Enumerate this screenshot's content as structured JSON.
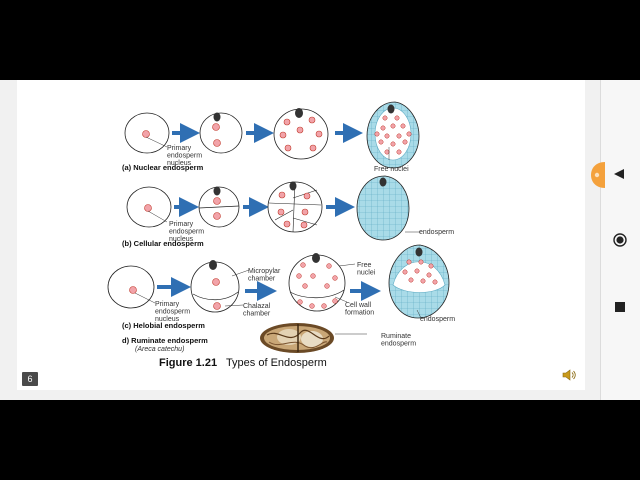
{
  "slide": {
    "page_number": "6",
    "figure_number": "Figure 1.21",
    "figure_title": "Types of  Endosperm"
  },
  "rows": {
    "nuclear": {
      "caption": "(a) Nuclear endosperm",
      "label_primary": [
        "Primary",
        "endosperm",
        "nucleus"
      ],
      "label_free": "Free nuclei"
    },
    "cellular": {
      "caption": "(b) Cellular endosperm",
      "label_primary": [
        "Primary",
        "endosperm",
        "nucleus"
      ],
      "label_endosperm": "endosperm"
    },
    "helobial": {
      "caption": "(c) Helobial endosperm",
      "label_primary": [
        "Primary",
        "endosperm",
        "nucleus"
      ],
      "label_micropylar": [
        "Micropylar",
        "chamber"
      ],
      "label_chalazal": [
        "Chalazal",
        "chamber"
      ],
      "label_free": [
        "Free",
        "nuclei"
      ],
      "label_wall": [
        "Cell wall",
        "formation"
      ],
      "label_endosperm": "endosperm"
    },
    "ruminate": {
      "caption": "d) Ruminate endosperm",
      "species": "(Areca catechu)",
      "label": [
        "Ruminate",
        "endosperm"
      ]
    }
  },
  "colors": {
    "nucleus_fill": "#f2a3a9",
    "nucleus_stroke": "#c0392b",
    "cell_fill": "#a9dbe8",
    "arrow": "#2f6fb3",
    "orange_button": "#f4a13c"
  },
  "icons": {
    "back": "back-triangle-icon",
    "home": "home-circle-icon",
    "recents": "recents-square-icon",
    "speaker": "speaker-icon"
  }
}
